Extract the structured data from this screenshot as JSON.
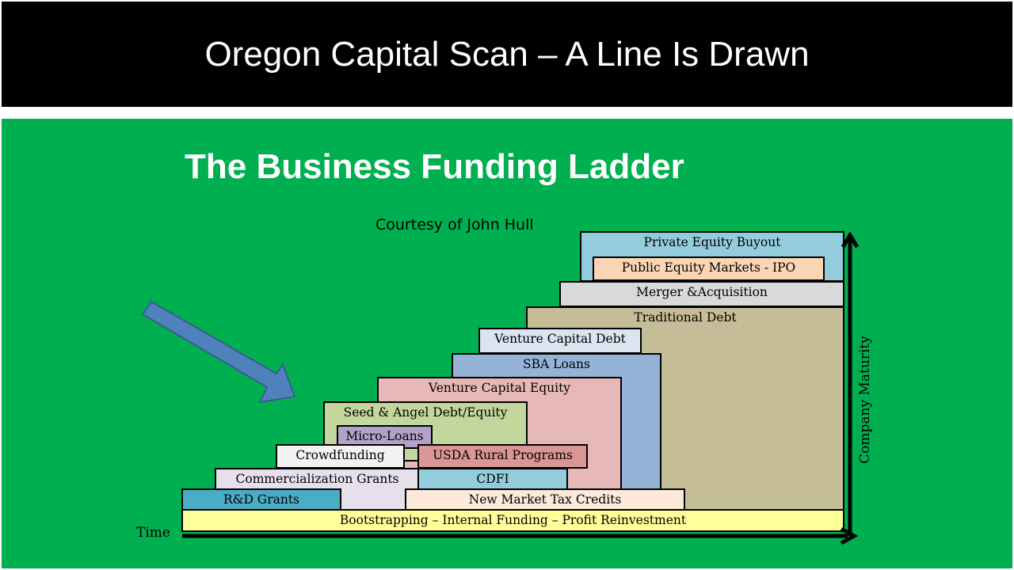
{
  "slide": {
    "title": "Oregon Capital Scan – A Line Is Drawn",
    "subtitle": "The Business Funding Ladder",
    "credit": "Courtesy of John Hull"
  },
  "axes": {
    "x_label": "Time",
    "y_label": "Company Maturity"
  },
  "rungs": [
    {
      "label": "Traditional Debt",
      "color": "#c4bd97"
    },
    {
      "label": "SBA Loans",
      "color": "#95b3d7"
    },
    {
      "label": "Venture Capital Equity",
      "color": "#e6b9b8"
    },
    {
      "label": "Seed & Angel Debt/Equity",
      "color": "#c3d69b"
    },
    {
      "label": "Commercialization  Grants",
      "color": "#e6e0ec"
    },
    {
      "label": "Private Equity Buyout",
      "color": "#93cddd"
    },
    {
      "label": "Public Equity Markets - IPO",
      "color": "#fcd5b5"
    },
    {
      "label": "Merger &Acquisition",
      "color": "#d9d9d9"
    },
    {
      "label": "Venture Capital Debt",
      "color": "#dbe5f1"
    },
    {
      "label": "Micro-Loans",
      "color": "#b3a2c7"
    },
    {
      "label": "Crowdfunding",
      "color": "#f2f2f2"
    },
    {
      "label": "USDA Rural Programs",
      "color": "#d99694"
    },
    {
      "label": "CDFI",
      "color": "#93cddd"
    },
    {
      "label": "R&D Grants",
      "color": "#4bacc6"
    },
    {
      "label": "New Market Tax Credits",
      "color": "#fdeada"
    },
    {
      "label": "Bootstrapping – Internal Funding – Profit Reinvestment",
      "color": "#ffff99"
    }
  ],
  "colors": {
    "background": "#00b050",
    "title_bar": "#000000",
    "arrow": "#4f81bd"
  }
}
